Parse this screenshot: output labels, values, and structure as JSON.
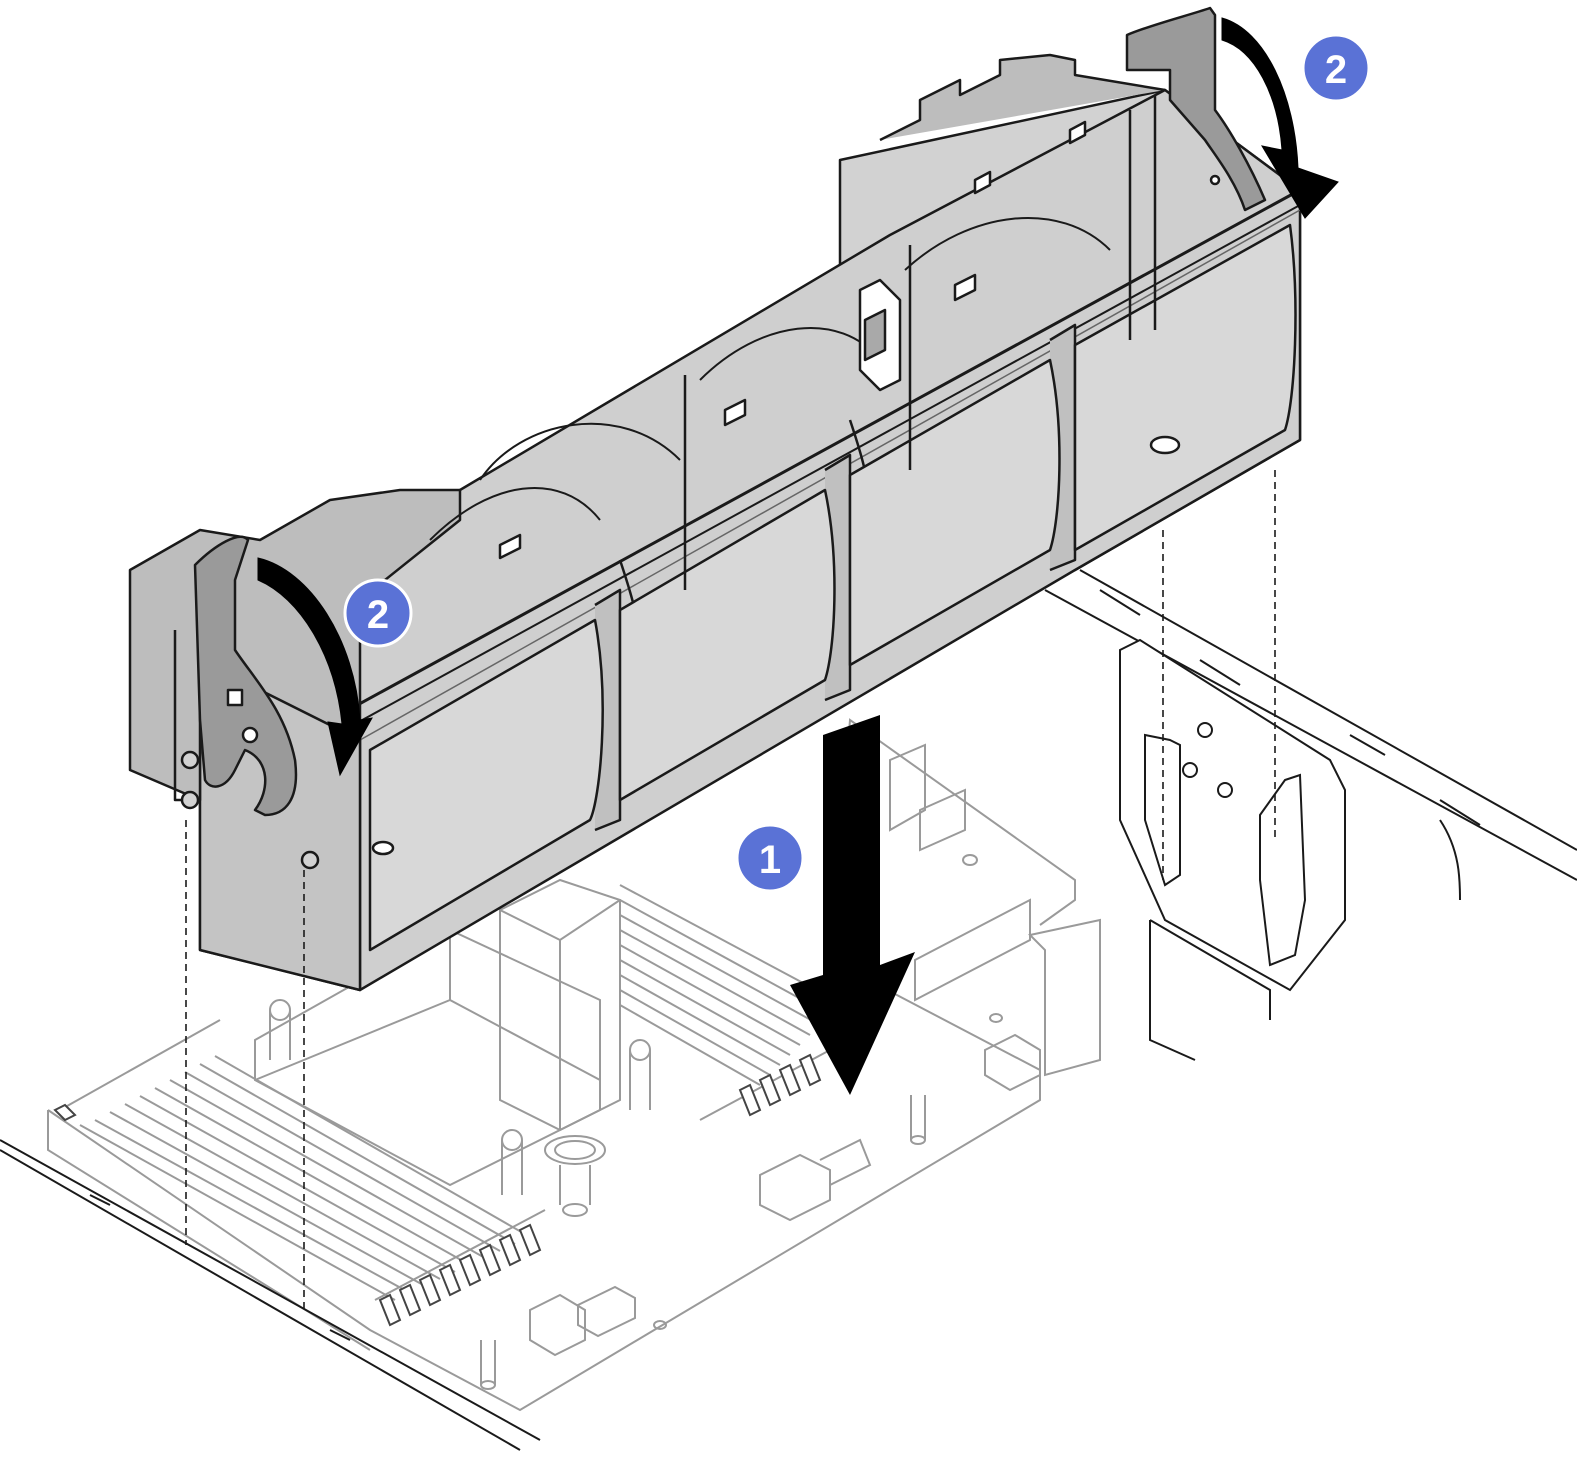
{
  "diagram": {
    "colors": {
      "outline": "#1a1a1a",
      "cage_fill": "#d2d2d2",
      "cage_dark": "#a9a9a9",
      "latch_fill": "#9a9a9a",
      "board_line": "#9a9a9a",
      "callout_fill": "#5a72d6",
      "arrow_fill": "#000000",
      "background": "#ffffff"
    },
    "callouts": [
      {
        "id": "install",
        "label": "1"
      },
      {
        "id": "latch-left",
        "label": "2"
      },
      {
        "id": "latch-right",
        "label": "2"
      }
    ],
    "arrows": [
      {
        "id": "insert-down",
        "icon": "down-arrow-icon"
      },
      {
        "id": "rotate-left-latch",
        "icon": "curved-arrow-icon"
      },
      {
        "id": "rotate-right-latch",
        "icon": "curved-arrow-icon"
      }
    ]
  }
}
